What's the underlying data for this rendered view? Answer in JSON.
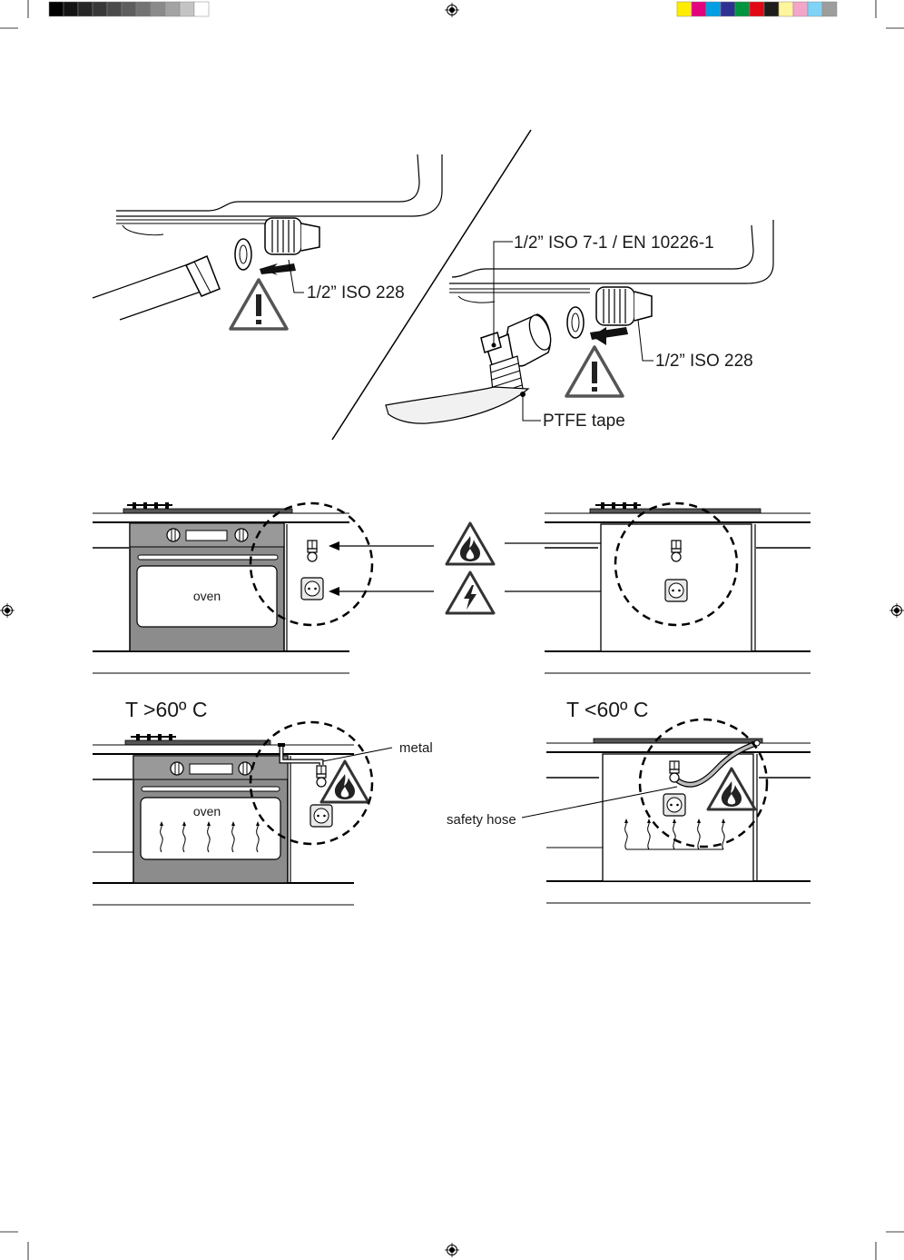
{
  "labels": {
    "iso228_left": "1/2” ISO 228",
    "iso7_en10226": "1/2” ISO 7-1 / EN 10226-1",
    "iso228_right": "1/2” ISO 228",
    "ptfe_tape": "PTFE tape",
    "oven_top": "oven",
    "oven_bottom": "oven",
    "temp_high": "T >60º C",
    "temp_low": "T <60º C",
    "metal": "metal",
    "safety_hose": "safety hose"
  },
  "icons": {
    "warning": "exclamation-triangle-icon",
    "fire": "flame-triangle-icon",
    "electric": "lightning-triangle-icon",
    "gas_valve": "gas-valve-icon",
    "socket": "power-socket-icon",
    "registration": "registration-mark-icon"
  },
  "print_marks": {
    "grayscale": [
      "#000000",
      "#141414",
      "#262626",
      "#383838",
      "#4a4a4a",
      "#5e5e5e",
      "#737373",
      "#8a8a8a",
      "#a3a3a3",
      "#c4c4c4",
      "#ffffff"
    ],
    "process": [
      "#ffed00",
      "#e5007d",
      "#009fe3",
      "#2e3192",
      "#009640",
      "#e30613",
      "#1d1d1b",
      "#fff59d",
      "#f4a6c8",
      "#7fd3f7",
      "#9d9d9c"
    ]
  }
}
